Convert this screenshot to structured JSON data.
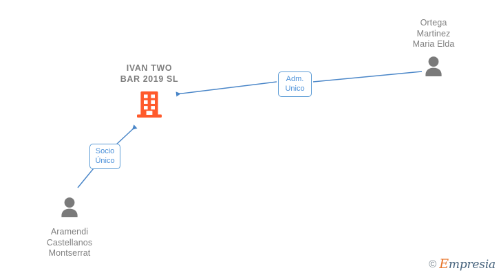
{
  "graph": {
    "title": "Corporate relationship graph",
    "company": {
      "name": "IVAN TWO\nBAR 2019  SL",
      "icon": "company-building-icon",
      "color": "#FF5A2B"
    },
    "people": [
      {
        "id": "ortega",
        "name": "Ortega\nMartinez\nMaria Elda",
        "icon": "person-avatar-icon",
        "color": "#7a7a7a"
      },
      {
        "id": "aramendi",
        "name": "Aramendi\nCastellanos\nMontserrat",
        "icon": "person-avatar-icon",
        "color": "#7a7a7a"
      }
    ],
    "relations": [
      {
        "id": "adm-unico",
        "label": "Adm.\nUnico",
        "from": "ortega",
        "to": "company",
        "color": "#5b9bd5"
      },
      {
        "id": "socio-unico",
        "label": "Socio\nÚnico",
        "from": "aramendi",
        "to": "company",
        "color": "#5b9bd5"
      }
    ],
    "edge_color": "#4a86c8"
  },
  "watermark": {
    "copyright": "©",
    "brand_initial": "E",
    "brand_rest": "mpresia"
  }
}
